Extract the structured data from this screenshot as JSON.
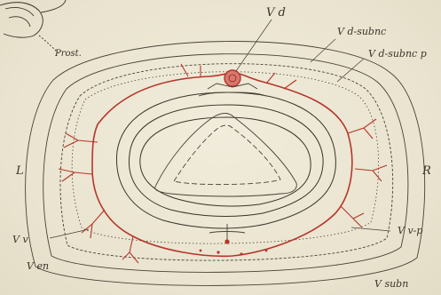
{
  "labels": {
    "prost": "Prost.",
    "vd": "V d",
    "vd_subnc": "V d-subnc",
    "vd_subnc_p": "V d-subnc p",
    "l": "L",
    "r": "R",
    "vv": "V v",
    "vv_p": "V v-p",
    "ven": "V en",
    "v_subn": "V subn"
  },
  "colors": {
    "background": "#ebe6d3",
    "outline": "#3a3329",
    "vessel": "#b5362a",
    "vessel_fill": "#d9786c"
  }
}
